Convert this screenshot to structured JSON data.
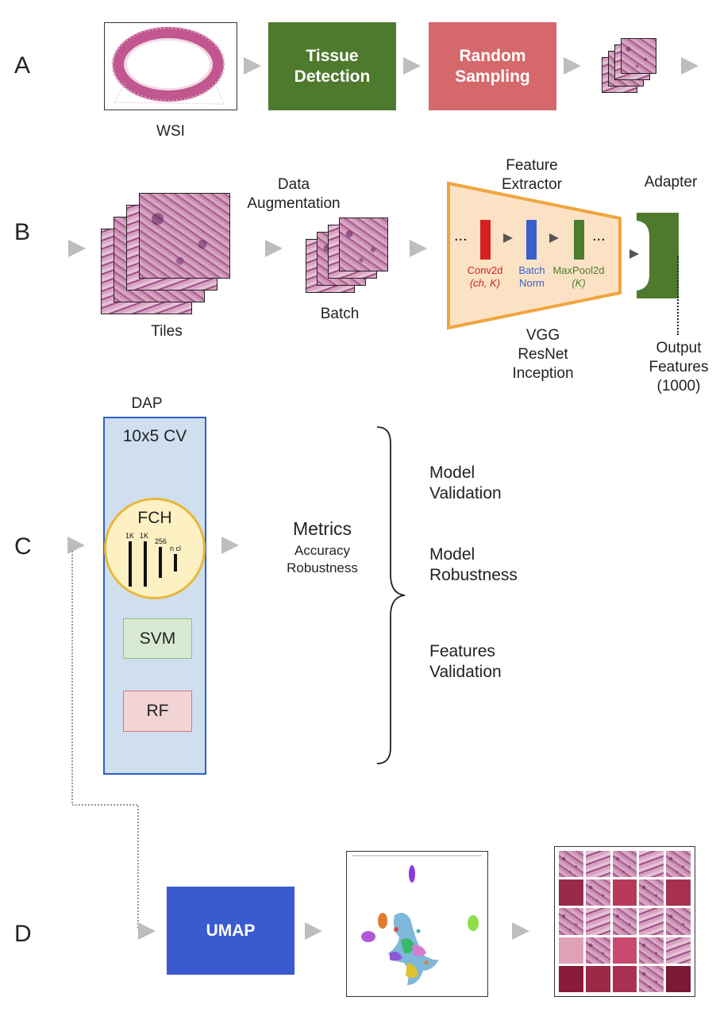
{
  "rows": {
    "a": "A",
    "b": "B",
    "c": "C",
    "d": "D"
  },
  "row_a": {
    "wsi_label": "WSI",
    "tissue_detection": "Tissue\nDetection",
    "random_sampling": "Random\nSampling",
    "colors": {
      "tissue_detection": "#4e7a2e",
      "random_sampling": "#d5686b"
    }
  },
  "row_b": {
    "tiles_label": "Tiles",
    "augmentation_label": "Data\nAugmentation",
    "batch_label": "Batch",
    "feature_extractor_label": "Feature\nExtractor",
    "layers": [
      {
        "name": "Conv2d",
        "param": "(ch, K)",
        "color": "#d42020"
      },
      {
        "name": "Batch\nNorm",
        "param": "",
        "color": "#3a5fcd"
      },
      {
        "name": "MaxPool2d",
        "param": "(K)",
        "color": "#4e7a2e"
      }
    ],
    "ellipsis": "...",
    "architectures": "VGG\nResNet\nInception",
    "adapter_label": "Adapter",
    "output_label": "Output\nFeatures\n(1000)",
    "colors": {
      "extractor_fill": "#fbe2c4",
      "extractor_border": "#f0a540",
      "adapter": "#4e7a2e"
    }
  },
  "row_c": {
    "dap_label": "DAP",
    "cv_label": "10x5 CV",
    "fch_label": "FCH",
    "fch_layers": [
      "1K",
      "1K",
      "256",
      "n cl"
    ],
    "svm_label": "SVM",
    "rf_label": "RF",
    "metrics_title": "Metrics",
    "metrics_sub": "Accuracy\nRobustness",
    "outcomes": [
      "Model\nValidation",
      "Model\nRobustness",
      "Features\nValidation"
    ],
    "colors": {
      "dap_fill": "#cfdff0",
      "dap_border": "#2e5fc8",
      "fch_fill": "#fdf1c4",
      "fch_border": "#e8b73a",
      "svm_fill": "#d9ead3",
      "svm_border": "#8bc07a",
      "rf_fill": "#f2d4d4",
      "rf_border": "#d07a7a"
    }
  },
  "row_d": {
    "umap_label": "UMAP",
    "colors": {
      "umap": "#3a5ad0"
    }
  }
}
